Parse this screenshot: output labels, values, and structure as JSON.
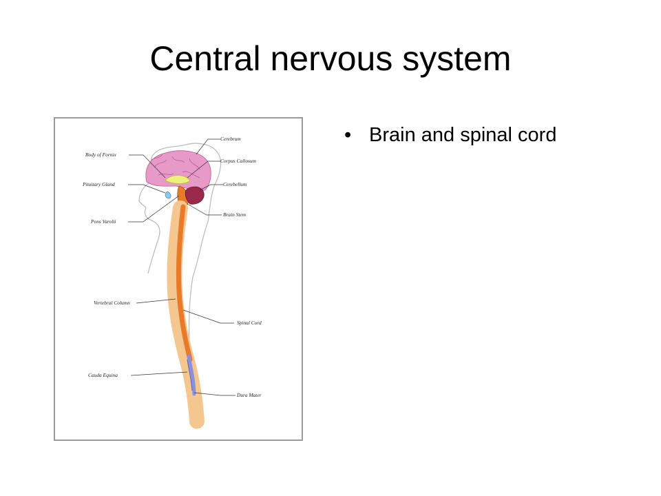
{
  "slide": {
    "title": "Central nervous system",
    "bullets": [
      "Brain and spinal cord"
    ]
  },
  "diagram": {
    "labels": {
      "cerebrum": "Cerebrum",
      "body_of_fornix": "Body of Fornix",
      "corpus_callosum": "Corpus Callosum",
      "pituitary_gland": "Pituitary Gland",
      "cerebellum": "Cerebellum",
      "pons_varolii": "Pons Varolii",
      "brain_stem": "Brain Stem",
      "vertebral_column": "Vertebral Column",
      "spinal_cord": "Spinal Cord",
      "cauda_equina": "Cauda Equina",
      "dura_mater": "Dura Mater"
    },
    "colors": {
      "cerebrum": "#e79ac8",
      "corpus_callosum": "#eef07a",
      "cerebellum": "#9b2a4a",
      "spinal_cord": "#e87a2a",
      "vertebrae": "#f4c690",
      "dura_mater": "#8a90e0"
    }
  }
}
